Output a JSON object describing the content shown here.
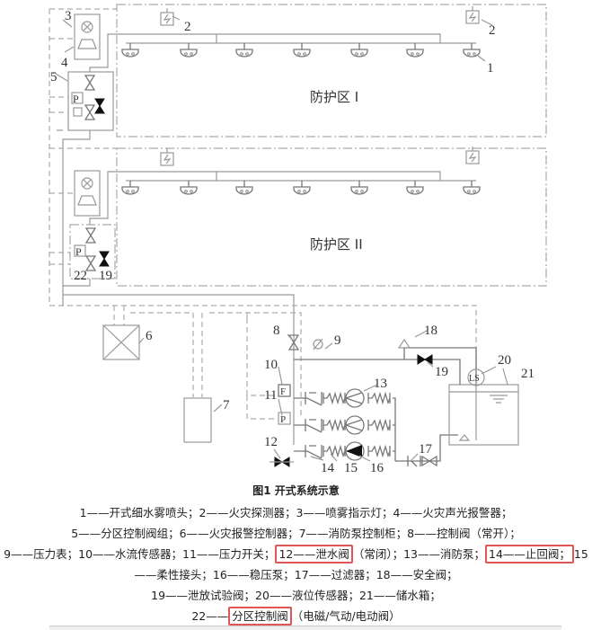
{
  "zones": {
    "zone1": "防护区 I",
    "zone2": "防护区 II"
  },
  "callouts": {
    "n1": "1",
    "n2a": "2",
    "n2b": "2",
    "n3": "3",
    "n4": "4",
    "n5": "5",
    "n6": "6",
    "n7": "7",
    "n8": "8",
    "n9": "9",
    "n10": "10",
    "n11": "11",
    "n12": "12",
    "n13": "13",
    "n14": "14",
    "n15": "15",
    "n16": "16",
    "n17": "17",
    "n18": "18",
    "n19a": "19",
    "n19b": "19",
    "n20": "20",
    "n21": "21",
    "n22": "22"
  },
  "symbols": {
    "pressure": "P",
    "flow": "F",
    "level": "LS"
  },
  "caption": "图1 开式系统示意",
  "legend": [
    [
      {
        "text": "1——开式细水雾喷头；2——火灾探测器；3——喷雾指示灯；4——火灾声光报警器；"
      }
    ],
    [
      {
        "text": "5——分区控制阀组；6——火灾报警控制器；7——消防泵控制柜；8——控制阀（常开）；"
      }
    ],
    [
      {
        "text": "9——压力表；10——水流传感器；11——压力开关；"
      },
      {
        "text": "12——泄水阀",
        "highlight": true
      },
      {
        "text": "（常闭）；13——消防泵；"
      },
      {
        "text": "14——止回阀；",
        "highlight": true
      },
      {
        "text": "15"
      }
    ],
    [
      {
        "text": "——柔性接头；16——稳压泵；17——过滤器；18——安全阀；"
      }
    ],
    [
      {
        "text": "19——泄放试验阀；20——液位传感器；21——储水箱；"
      }
    ],
    [
      {
        "text": "22——"
      },
      {
        "text": "分区控制阀",
        "highlight": true
      },
      {
        "text": "（电磁/气动/电动阀）"
      }
    ]
  ],
  "colors": {
    "highlight": "#e05555",
    "line": "#999999"
  }
}
